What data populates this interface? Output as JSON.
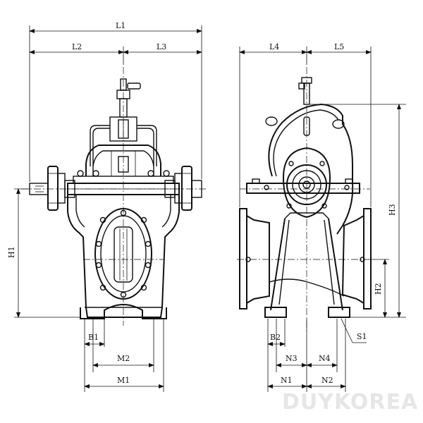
{
  "diagram": {
    "front_view_labels": {
      "L1": "L1",
      "L2": "L2",
      "L3": "L3",
      "H1": "H1",
      "B1": "B1",
      "M1": "M1",
      "M2": "M2"
    },
    "side_view_labels": {
      "L4": "L4",
      "L5": "L5",
      "H2": "H2",
      "H3": "H3",
      "B2": "B2",
      "N1": "N1",
      "N2": "N2",
      "N3": "N3",
      "N4": "N4",
      "S1": "S1"
    },
    "watermark": "DUYKOREA"
  }
}
